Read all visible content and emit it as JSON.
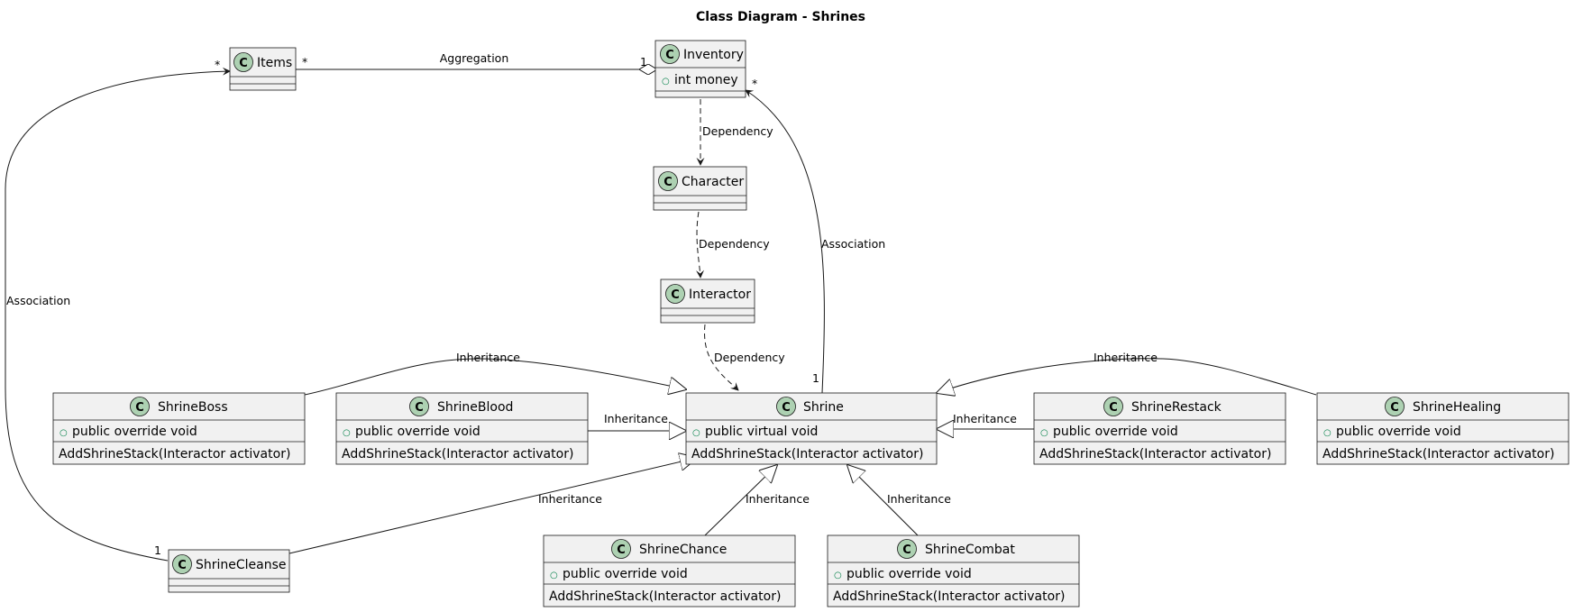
{
  "title": "Class Diagram - Shrines",
  "classes": {
    "items": {
      "name": "Items",
      "badge": "C"
    },
    "inventory": {
      "name": "Inventory",
      "badge": "C",
      "attr": "int money",
      "visibility": "○"
    },
    "character": {
      "name": "Character",
      "badge": "C"
    },
    "interactor": {
      "name": "Interactor",
      "badge": "C"
    },
    "shrine": {
      "name": "Shrine",
      "badge": "C",
      "attr": "public virtual void",
      "method": "AddShrineStack(Interactor activator)",
      "visibility": "○"
    },
    "shrineBoss": {
      "name": "ShrineBoss",
      "badge": "C",
      "attr": "public override void",
      "method": "AddShrineStack(Interactor activator)",
      "visibility": "○"
    },
    "shrineBlood": {
      "name": "ShrineBlood",
      "badge": "C",
      "attr": "public override void",
      "method": "AddShrineStack(Interactor activator)",
      "visibility": "○"
    },
    "shrineRestack": {
      "name": "ShrineRestack",
      "badge": "C",
      "attr": "public override void",
      "method": "AddShrineStack(Interactor activator)",
      "visibility": "○"
    },
    "shrineHealing": {
      "name": "ShrineHealing",
      "badge": "C",
      "attr": "public override void",
      "method": "AddShrineStack(Interactor activator)",
      "visibility": "○"
    },
    "shrineCleanse": {
      "name": "ShrineCleanse",
      "badge": "C"
    },
    "shrineChance": {
      "name": "ShrineChance",
      "badge": "C",
      "attr": "public override void",
      "method": "AddShrineStack(Interactor activator)",
      "visibility": "○"
    },
    "shrineCombat": {
      "name": "ShrineCombat",
      "badge": "C",
      "attr": "public override void",
      "method": "AddShrineStack(Interactor activator)",
      "visibility": "○"
    }
  },
  "relations": {
    "aggregation": {
      "label": "Aggregation",
      "mult_items": "*",
      "mult_inventory": "1"
    },
    "dep_inv_char": {
      "label": "Dependency"
    },
    "dep_char_inter": {
      "label": "Dependency"
    },
    "dep_inter_shrine": {
      "label": "Dependency"
    },
    "assoc_shrine_inv": {
      "label": "Association",
      "mult_inventory": "*",
      "mult_shrine": "1"
    },
    "assoc_cleanse_items": {
      "label": "Association",
      "mult_items": "*",
      "mult_cleanse": "1"
    },
    "inh_boss": {
      "label": "Inheritance"
    },
    "inh_blood": {
      "label": "Inheritance"
    },
    "inh_restack": {
      "label": "Inheritance"
    },
    "inh_healing": {
      "label": "Inheritance"
    },
    "inh_cleanse": {
      "label": "Inheritance"
    },
    "inh_chance": {
      "label": "Inheritance"
    },
    "inh_combat": {
      "label": "Inheritance"
    }
  },
  "colors": {
    "box_fill": "#F1F1F1",
    "box_stroke": "#181818",
    "badge_fill": "#ADD1B2",
    "visibility": "#038048"
  }
}
